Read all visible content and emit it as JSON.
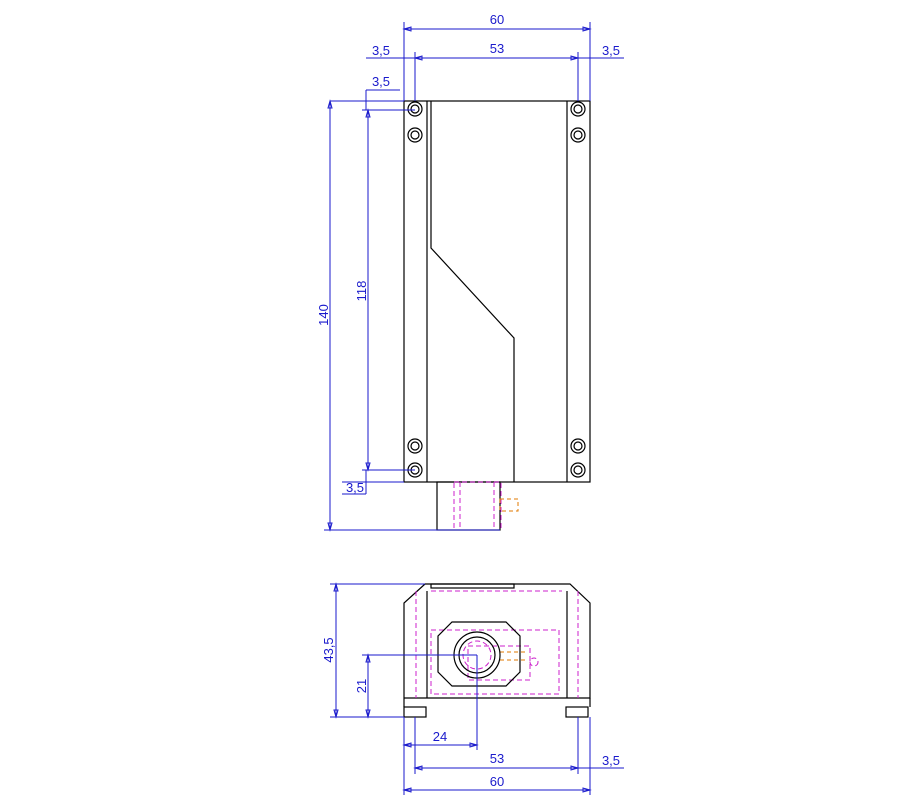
{
  "top_view": {
    "dims": {
      "overall_width": "60",
      "hole_spacing_width": "53",
      "left_margin": "3,5",
      "right_margin": "3,5",
      "top_margin": "3,5",
      "hole_spacing_length": "118",
      "overall_length": "140",
      "bottom_margin": "3,5"
    }
  },
  "front_view": {
    "dims": {
      "height": "43,5",
      "optical_axis_height": "21",
      "optical_axis_offset": "24",
      "hole_spacing_width": "53",
      "right_margin": "3,5",
      "overall_width": "60"
    }
  },
  "colors": {
    "dimension": "#1a1acc",
    "outline": "#000000",
    "hidden": "#cc22cc",
    "hidden_alt": "#e07a00"
  }
}
